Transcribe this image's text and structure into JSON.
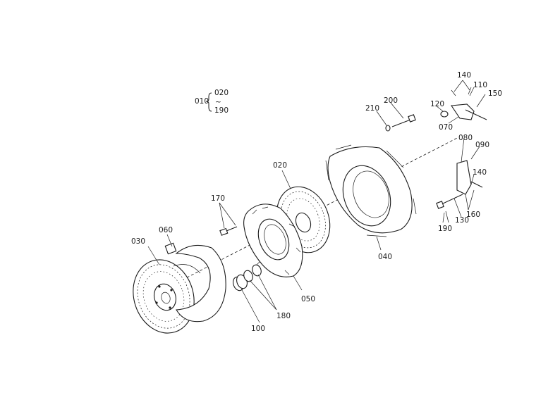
{
  "assembly": {
    "ref": "010",
    "range_from": "020",
    "range_to": "190"
  },
  "labels": {
    "p020": "020",
    "p030": "030",
    "p040": "040",
    "p050": "050",
    "p060": "060",
    "p070": "070",
    "p080": "080",
    "p090": "090",
    "p100": "100",
    "p110": "110",
    "p120": "120",
    "p130": "130",
    "p140a": "140",
    "p140b": "140",
    "p150": "150",
    "p160": "160",
    "p170": "170",
    "p180": "180",
    "p190": "190",
    "p200": "200",
    "p210": "210"
  }
}
